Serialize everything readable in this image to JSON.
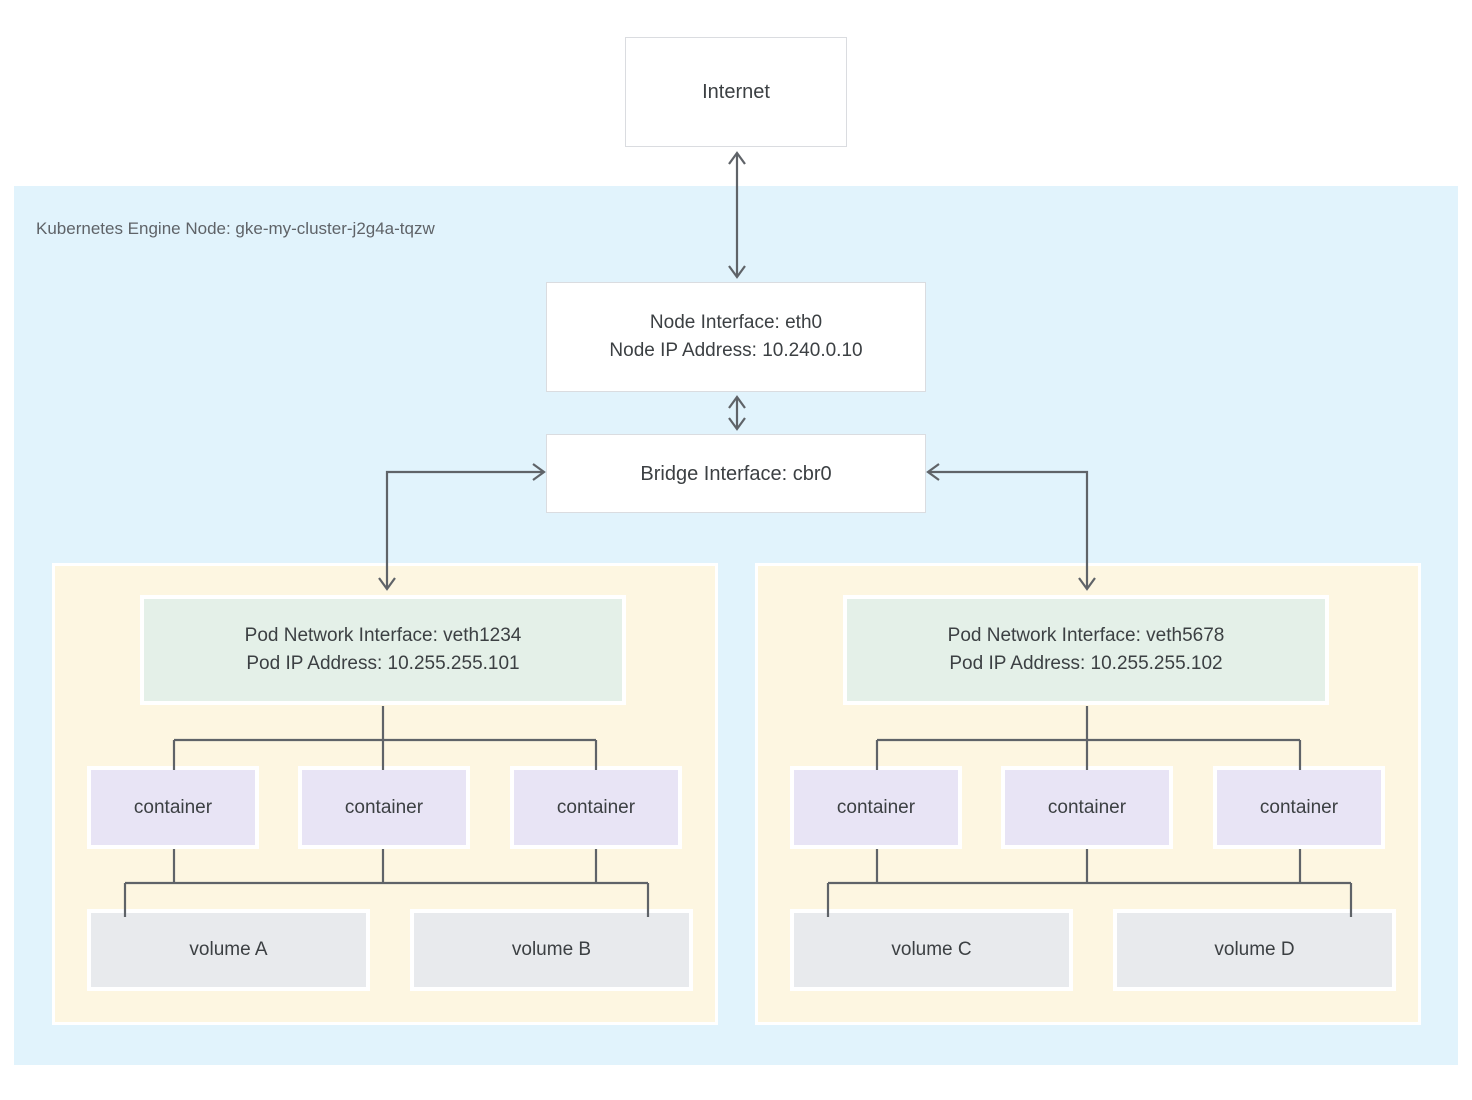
{
  "colors": {
    "node_bg": "#e1f3fc",
    "pod_bg": "#fdf6e1",
    "interface_bg": "#e4f0e8",
    "container_bg": "#e8e4f5",
    "volume_bg": "#e8eaed",
    "line": "#5f6368",
    "box_border": "#dadce0",
    "text": "#3c4043",
    "label_text": "#5f6368"
  },
  "internet": {
    "label": "Internet"
  },
  "node": {
    "label": "Kubernetes Engine Node: gke-my-cluster-j2g4a-tqzw"
  },
  "node_interface": {
    "line1": "Node Interface: eth0",
    "line2": "Node IP Address: 10.240.0.10"
  },
  "bridge_interface": {
    "label": "Bridge Interface: cbr0"
  },
  "pods": [
    {
      "interface": {
        "line1": "Pod Network Interface: veth1234",
        "line2": "Pod IP Address: 10.255.255.101"
      },
      "containers": [
        "container",
        "container",
        "container"
      ],
      "volumes": [
        "volume A",
        "volume B"
      ]
    },
    {
      "interface": {
        "line1": "Pod Network Interface: veth5678",
        "line2": "Pod IP Address: 10.255.255.102"
      },
      "containers": [
        "container",
        "container",
        "container"
      ],
      "volumes": [
        "volume C",
        "volume D"
      ]
    }
  ]
}
